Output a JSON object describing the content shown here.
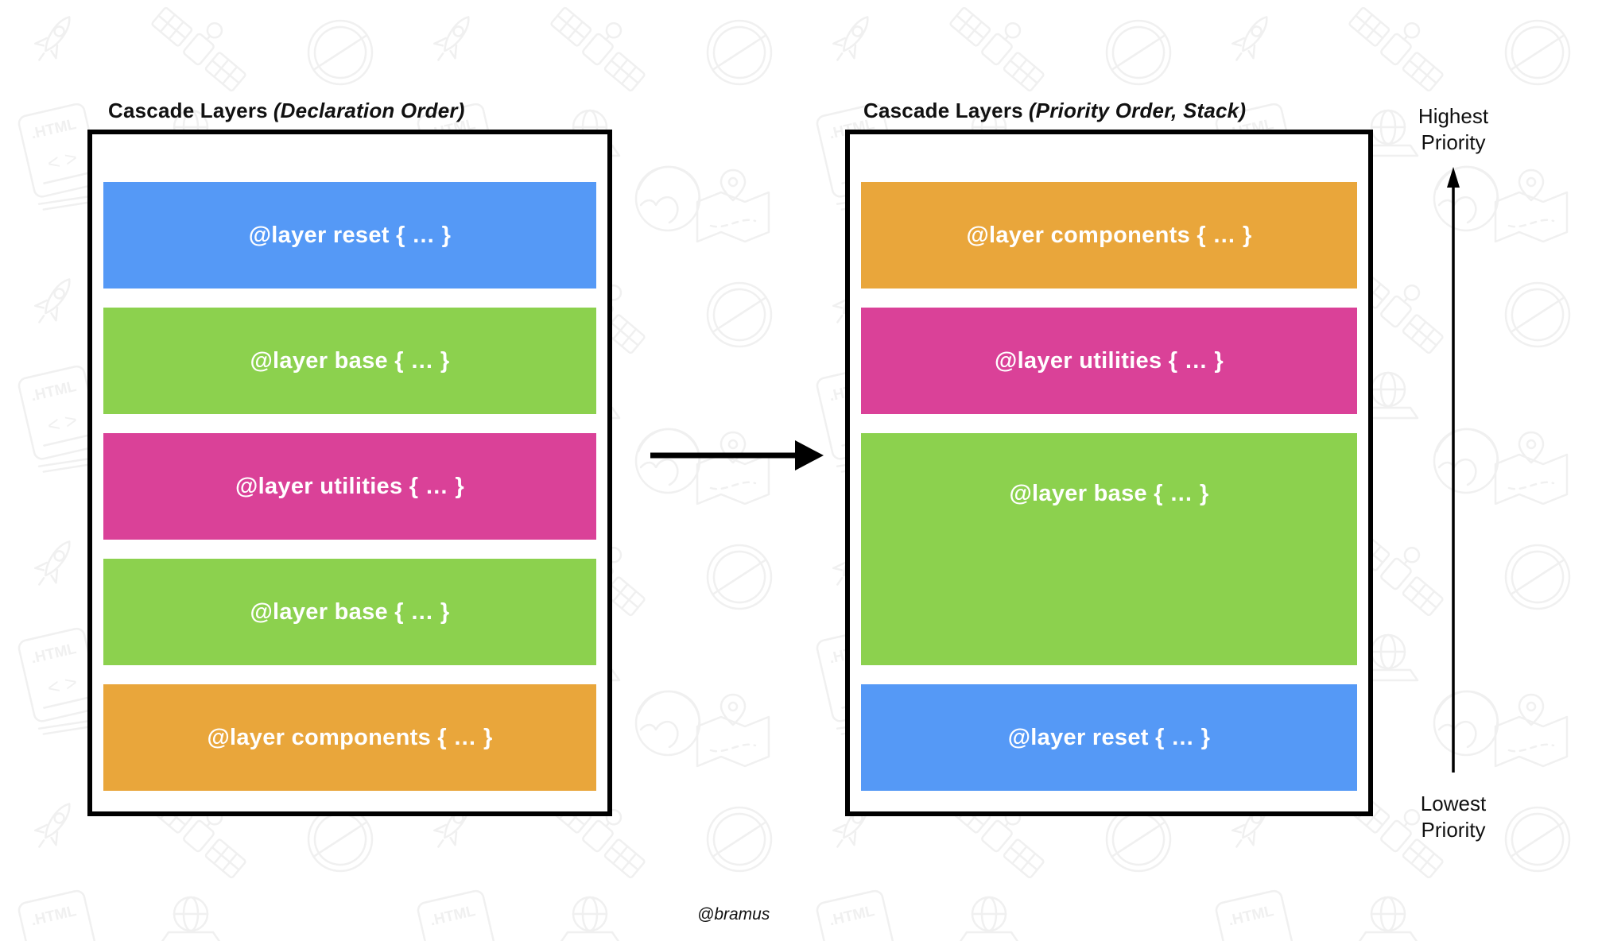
{
  "diagram": {
    "credit": "@bramus"
  },
  "left_panel": {
    "title": "Cascade Layers",
    "title_annotation": "(Declaration Order)",
    "layers": [
      {
        "name": "reset",
        "label": "@layer reset { … }",
        "color": "#5599F6",
        "span": 1
      },
      {
        "name": "base",
        "label": "@layer base { … }",
        "color": "#8CD14E",
        "span": 1
      },
      {
        "name": "utilities",
        "label": "@layer utilities { … }",
        "color": "#DA4198",
        "span": 1
      },
      {
        "name": "base",
        "label": "@layer base { … }",
        "color": "#8CD14E",
        "span": 1
      },
      {
        "name": "components",
        "label": "@layer components { … }",
        "color": "#E9A63B",
        "span": 1
      }
    ]
  },
  "right_panel": {
    "title": "Cascade Layers",
    "title_annotation": "(Priority Order, Stack)",
    "layers": [
      {
        "name": "components",
        "label": "@layer components { … }",
        "color": "#E9A63B",
        "span": 1
      },
      {
        "name": "utilities",
        "label": "@layer utilities { … }",
        "color": "#DA4198",
        "span": 1
      },
      {
        "name": "base",
        "label": "@layer base { … }",
        "color": "#8CD14E",
        "span": 2
      },
      {
        "name": "reset",
        "label": "@layer reset { … }",
        "color": "#5599F6",
        "span": 1
      }
    ]
  },
  "priority_axis": {
    "top_label": "Highest\nPriority",
    "bottom_label": "Lowest\nPriority"
  },
  "icons": {
    "transform_arrow": "right-arrow",
    "priority_arrow": "up-arrow",
    "watermark": [
      "satellite-icon",
      "html-file-icon",
      "chrome-icon",
      "compass-icon",
      "firefox-icon",
      "map-pin-icon",
      "rocket-icon",
      "globe-laptop-icon"
    ]
  },
  "colors": {
    "background": "#FFFFFF",
    "box_border": "#000000",
    "bar_text": "#FFFFFF",
    "title_text": "#111111",
    "watermark_stroke": "#F0F0F0",
    "layer_blue": "#5599F6",
    "layer_green": "#8CD14E",
    "layer_pink": "#DA4198",
    "layer_orange": "#E9A63B"
  }
}
